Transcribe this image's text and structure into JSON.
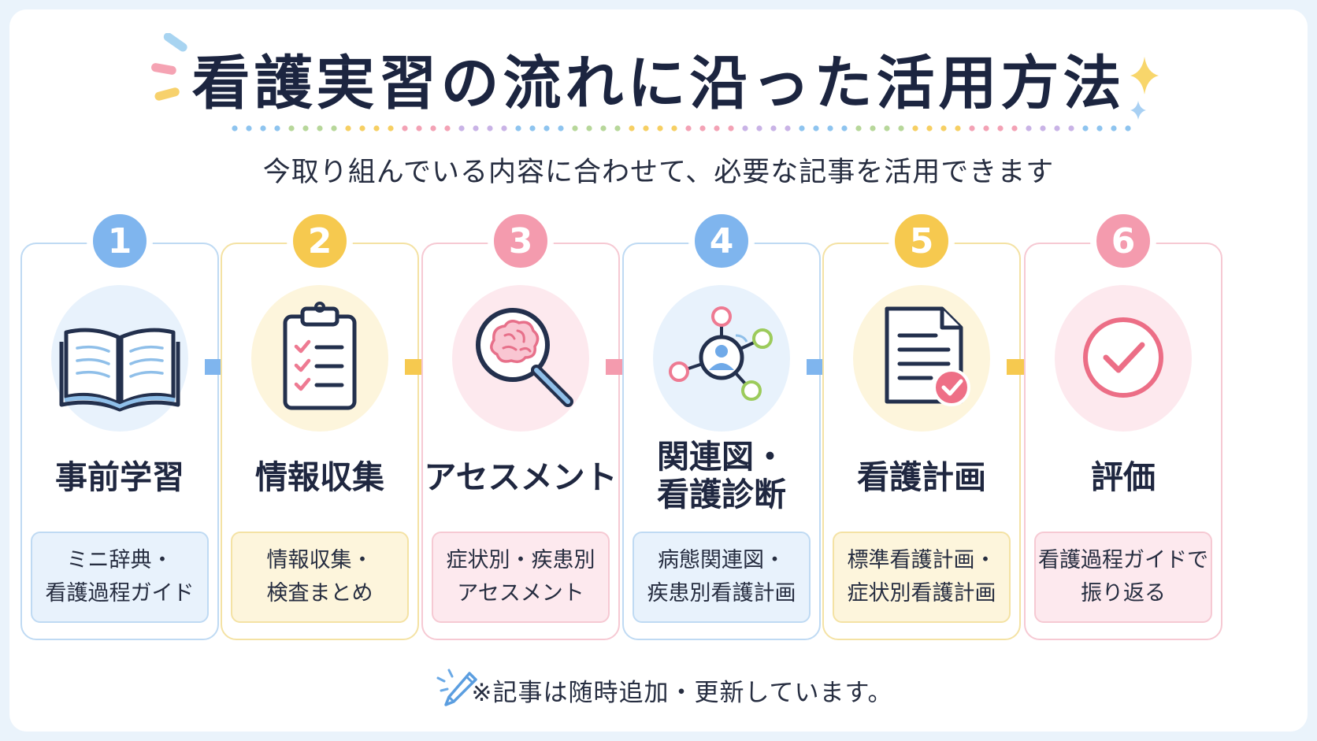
{
  "header": {
    "title": "看護実習の流れに沿った活用方法",
    "subtitle": "今取り組んでいる内容に合わせて、必要な記事を活用できます"
  },
  "steps": [
    {
      "number": "1",
      "label": "事前学習",
      "sub": "ミニ辞典・\n看護過程ガイド",
      "icon": "open-book-icon",
      "color": "#7fb5ee",
      "light": "#e8f2fc",
      "border": "#bfdaf3"
    },
    {
      "number": "2",
      "label": "情報収集",
      "sub": "情報収集・\n検査まとめ",
      "icon": "clipboard-checklist-icon",
      "color": "#f6c94f",
      "light": "#fdf5dc",
      "border": "#f4e2a4"
    },
    {
      "number": "3",
      "label": "アセスメント",
      "sub": "症状別・疾患別\nアセスメント",
      "icon": "brain-magnifier-icon",
      "color": "#f49bae",
      "light": "#fde9ee",
      "border": "#f6c9d3"
    },
    {
      "number": "4",
      "label": "関連図・\n看護診断",
      "sub": "病態関連図・\n疾患別看護計画",
      "icon": "network-diagram-icon",
      "color": "#7fb5ee",
      "light": "#e8f2fc",
      "border": "#bfdaf3"
    },
    {
      "number": "5",
      "label": "看護計画",
      "sub": "標準看護計画・\n症状別看護計画",
      "icon": "document-check-icon",
      "color": "#f6c94f",
      "light": "#fdf5dc",
      "border": "#f4e2a4"
    },
    {
      "number": "6",
      "label": "評価",
      "sub": "看護過程ガイドで\n振り返る",
      "icon": "check-circle-icon",
      "color": "#f49bae",
      "light": "#fde9ee",
      "border": "#f6c9d3"
    }
  ],
  "footer": {
    "note": "※記事は随時追加・更新しています。",
    "icon": "pencil-icon"
  }
}
